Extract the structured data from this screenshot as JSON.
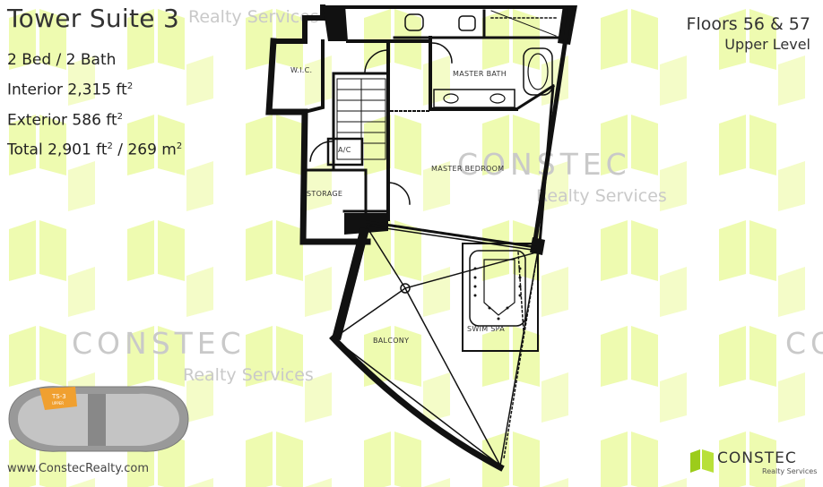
{
  "header": {
    "title": "Tower Suite 3",
    "floors": "Floors 56 & 57",
    "level": "Upper Level"
  },
  "specs": {
    "beds_baths": "2 Bed / 2 Bath",
    "interior_label": "Interior 2,315 ft",
    "exterior_label": "Exterior 586 ft",
    "total_label": "Total 2,901  ft",
    "total_metric": " / 269 m",
    "superscript": "2"
  },
  "rooms": {
    "wic": "W.I.C.",
    "master_bath": "MASTER BATH",
    "ac": "A/C",
    "master_bedroom": "MASTER BEDROOM",
    "storage": "STORAGE",
    "balcony": "BALCONY",
    "swim_spa": "SWIM SPA"
  },
  "key_plan": {
    "unit_label": "TS-3",
    "unit_sub": "UPPER",
    "highlight_color": "#f0a030"
  },
  "watermark": {
    "brand": "CONSTEC",
    "sub": "Realty Services",
    "color": "#e6f58a"
  },
  "footer": {
    "website": "www.ConstecRealty.com",
    "logo_name": "CONSTEC",
    "logo_sub": "Realty Services",
    "logo_color": "#9ccc1a"
  }
}
